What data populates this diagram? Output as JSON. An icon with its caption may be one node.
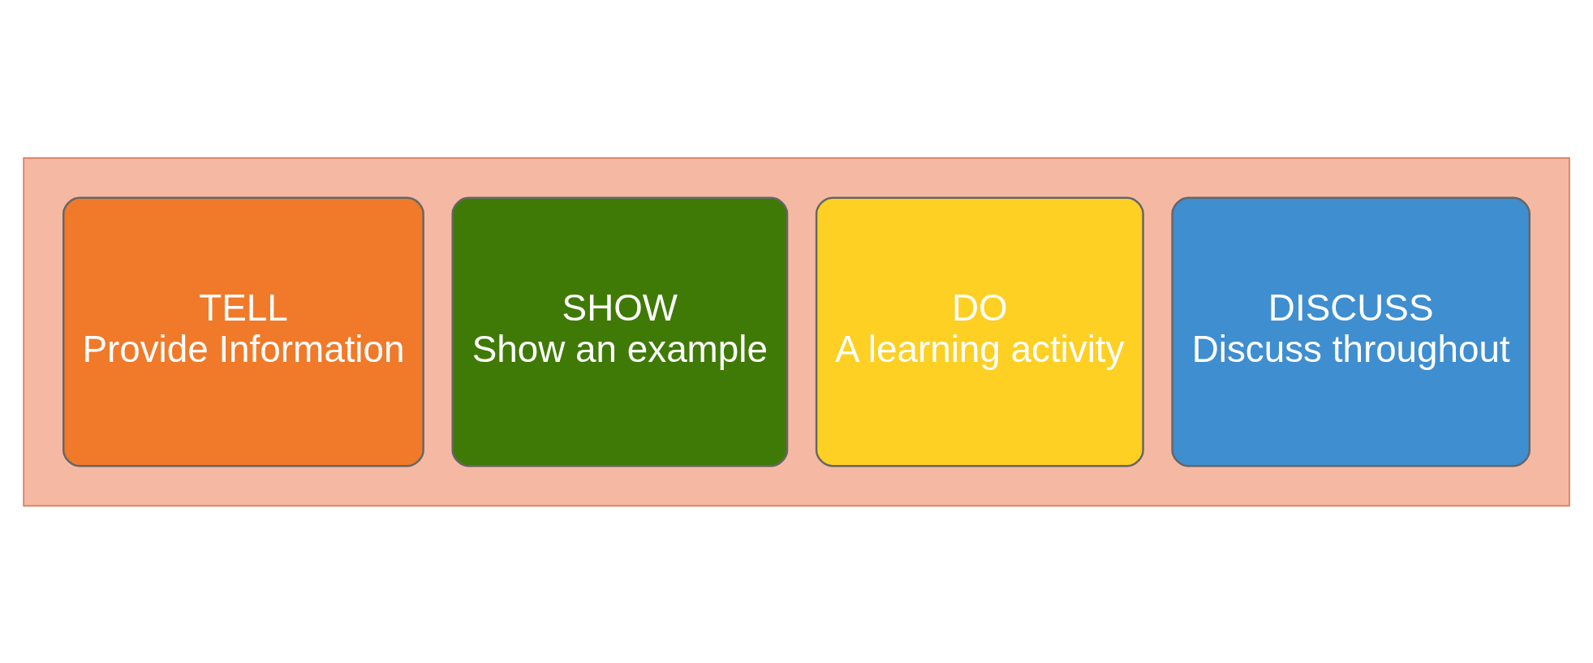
{
  "diagram": {
    "nodes": [
      {
        "text": [],
        "shape": "arrow"
      },
      {
        "text": [
          "TELL",
          "Provide Information"
        ],
        "in": 0
      },
      {
        "text": [
          "SHOW",
          "Show an example"
        ],
        "in": 0
      },
      {
        "text": [
          "DO",
          "A learning activity"
        ],
        "in": 0
      },
      {
        "text": [
          "DISCUSS",
          "Discuss throughout"
        ],
        "in": 0
      }
    ],
    "edges": []
  }
}
